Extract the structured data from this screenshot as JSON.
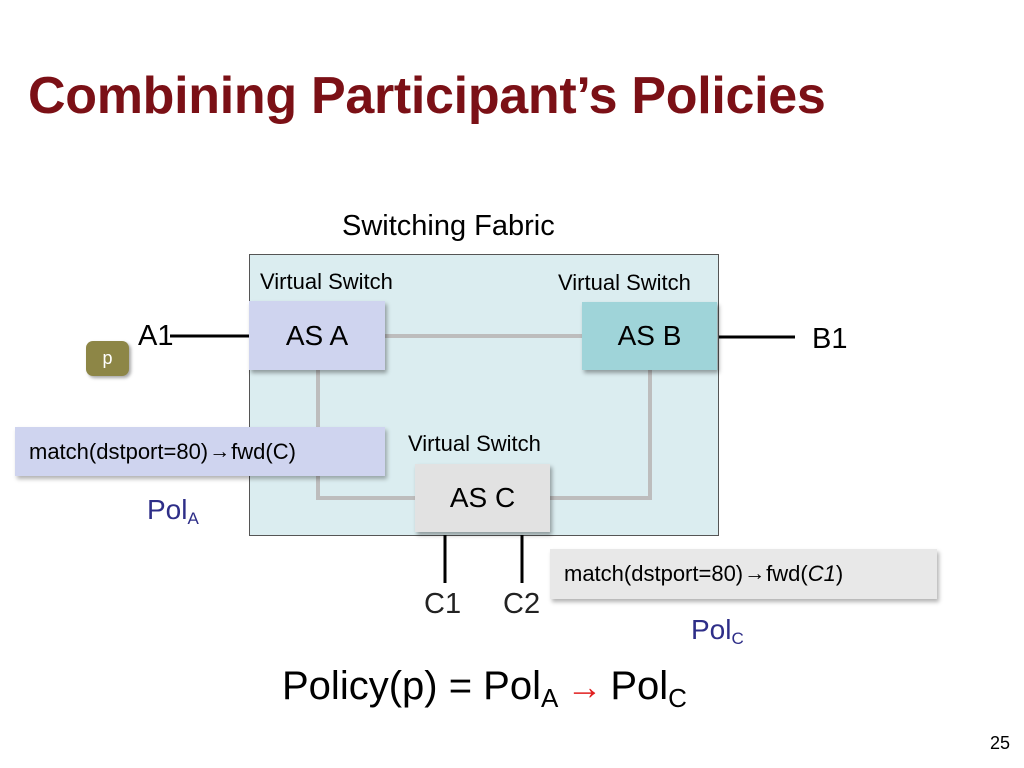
{
  "title": "Combining Participant’s Policies",
  "fabric": {
    "label": "Switching Fabric",
    "virtual_switch_label": "Virtual Switch"
  },
  "switches": {
    "a": "AS A",
    "b": "AS B",
    "c": "AS C"
  },
  "ports": {
    "a1": "A1",
    "b1": "B1",
    "c1": "C1",
    "c2": "C2"
  },
  "packet": "p",
  "policy_a": {
    "match": "match(dstport=80)",
    "arrow": "→",
    "action": "fwd(C)",
    "name": "Pol",
    "sub": "A"
  },
  "policy_c": {
    "match": "match(dstport=80)",
    "arrow": "→",
    "action_prefix": "fwd(",
    "action_arg": "C1",
    "action_suffix": ")",
    "name": "Pol",
    "sub": "C"
  },
  "formula": {
    "lhs": "Policy(p) = Pol",
    "lhs_sub": "A",
    "arrow": "→",
    "rhs": "Pol",
    "rhs_sub": "C"
  },
  "slide_number": "25",
  "colors": {
    "title": "#7b1016",
    "fabric_bg": "#dbedf0",
    "as_a": "#cfd4ef",
    "as_b": "#9fd4d9",
    "as_c": "#e2e2e2",
    "policy_name": "#2e2e88",
    "formula_arrow": "#e02020",
    "packet": "#8d8646"
  }
}
